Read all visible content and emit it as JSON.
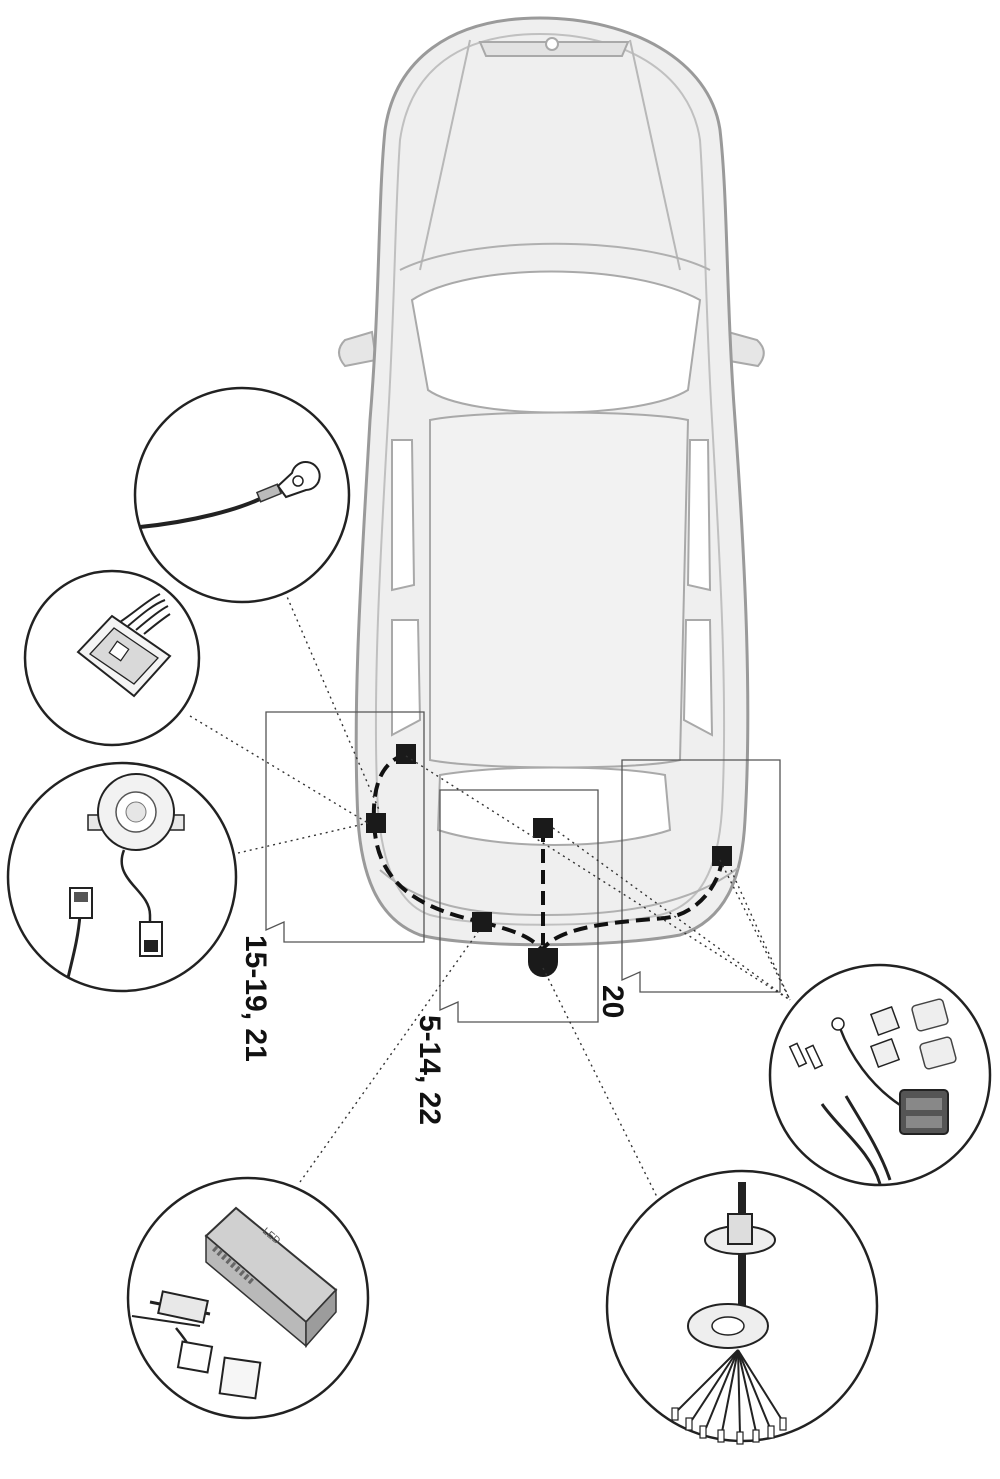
{
  "labels": {
    "left_steps": "15-19, 21",
    "center_steps": "5-14, 22",
    "right_steps": "20"
  },
  "logo": {
    "text": "LED"
  },
  "colors": {
    "car_outline": "#a9a9a9",
    "car_fill": "#efefef",
    "window_fill": "#ffffff",
    "cable": "#111111",
    "leader_line": "#333333",
    "callout_circle": "#222222"
  }
}
